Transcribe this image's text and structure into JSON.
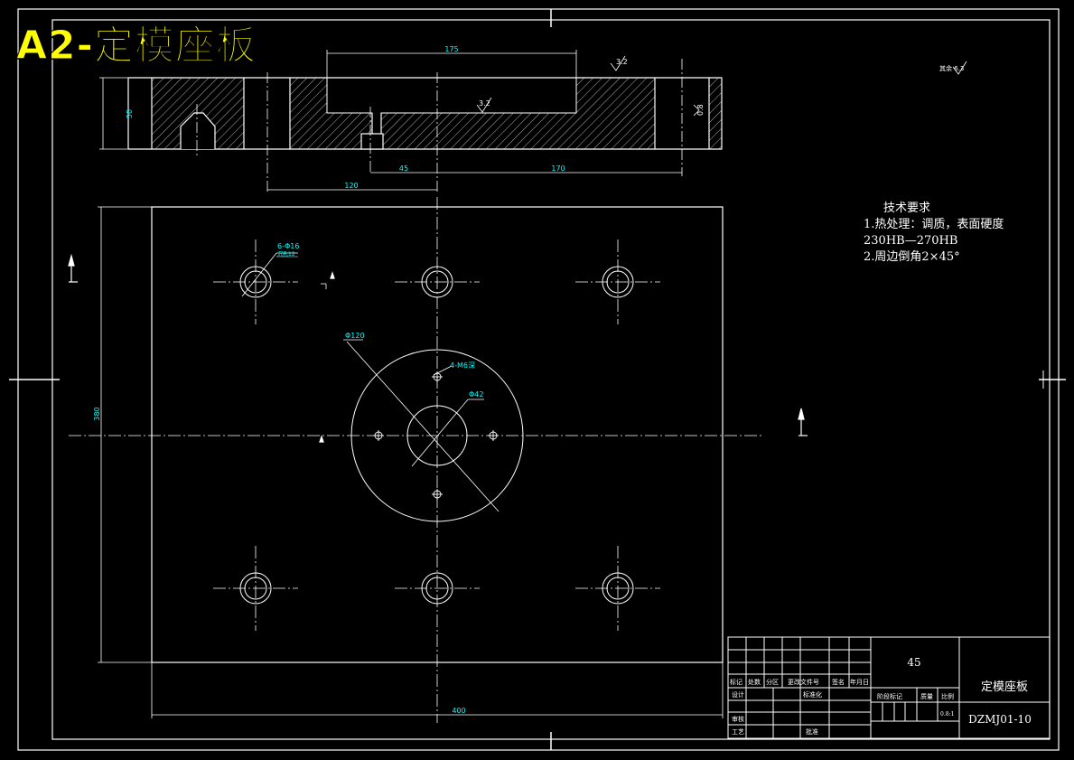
{
  "banner": {
    "title": "A2-定模座板"
  },
  "section_view": {
    "dim_top": "175",
    "dim_height": "50",
    "dim_45": "45",
    "dim_120": "120",
    "dim_170": "170",
    "roughness_a": "3.2",
    "roughness_b": "3.2",
    "roughness_c": "0.8"
  },
  "plan_view": {
    "dim_holes": "6-Φ16",
    "dim_holes_sub": "沉孔12",
    "dim_big_circle": "Φ120",
    "dim_threads": "4-M6深",
    "dim_center": "Φ42",
    "dim_height": "380",
    "dim_width": "400"
  },
  "roughness_note": "其余 6.3",
  "tech_req": {
    "title": "技术要求",
    "line1": "1.热处理：调质，表面硬度",
    "line2": "230HB—270HB",
    "line3": "2.周边倒角2×45°"
  },
  "title_block": {
    "material": "45",
    "part_name": "定模座板",
    "drawing_no": "DZMJ01-10",
    "h_mark": "标记",
    "h_count": "处数",
    "h_zone": "分区",
    "h_docno": "更改文件号",
    "h_sign": "签名",
    "h_date": "年月日",
    "r_design": "设计",
    "r_std": "标准化",
    "r_check": "审核",
    "r_process": "工艺",
    "r_approve": "批准",
    "h_stage": "阶段标记",
    "h_weight": "质量",
    "h_scale": "比例",
    "scale": "0.8:1"
  },
  "colors": {
    "line": "#ffffff",
    "dim": "#00ffff",
    "banner": "#ffff00",
    "background": "#000000"
  }
}
